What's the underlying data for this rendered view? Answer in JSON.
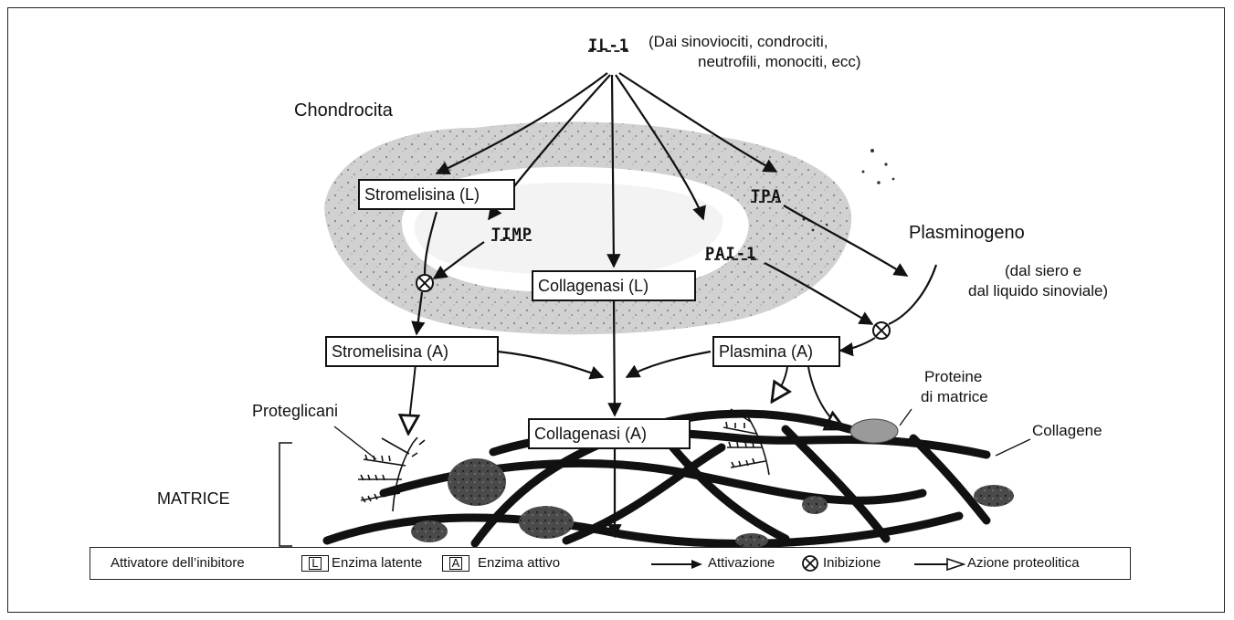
{
  "source": {
    "name": "IL-1",
    "note_line1": "(Dai sinoviociti, condrociti,",
    "note_line2": "neutrofili, monociti, ecc)"
  },
  "cell_label": "Chondrocita",
  "matrix_label": "MATRICE",
  "nodes": {
    "stromelisina_l": "Stromelisina (L)",
    "timp": "TIMP",
    "collagenasi_l": "Collagenasi (L)",
    "pai1": "PAI-1",
    "tpa": "TPA",
    "plasminogeno": "Plasminogeno",
    "plasminogeno_src1": "(dal siero e",
    "plasminogeno_src2": "dal liquido sinoviale)",
    "stromelisina_a": "Stromelisina (A)",
    "plasmina_a": "Plasmina (A)",
    "collagenasi_a": "Collagenasi (A)"
  },
  "targets": {
    "proteoglicani": "Proteglicani",
    "proteine_line1": "Proteine",
    "proteine_line2": "di matrice",
    "collagene": "Collagene"
  },
  "legend": {
    "inhibitor_activator": "Attivatore dell’inibitore",
    "latent_symbol": "L",
    "latent": "Enzima latente",
    "active_symbol": "A",
    "active": "Enzima attivo",
    "activation": "Attivazione",
    "inhibition": "Inibizione",
    "proteolytic": "Azione proteolitica"
  }
}
